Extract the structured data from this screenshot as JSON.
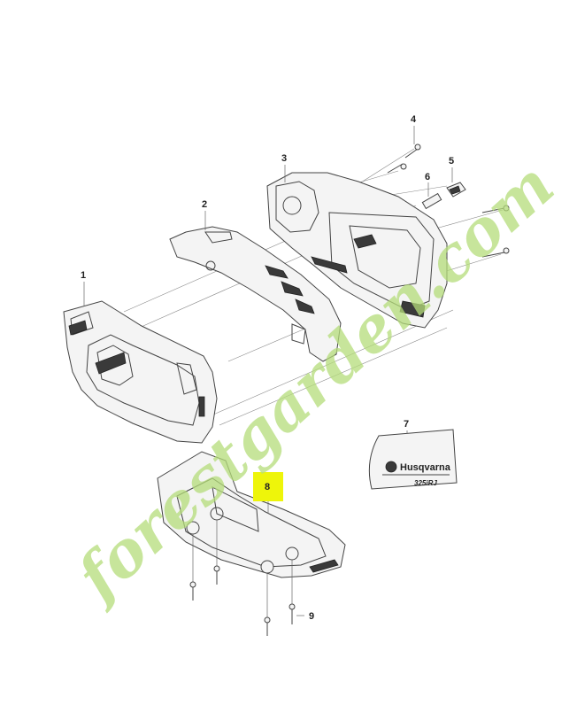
{
  "callouts": [
    {
      "id": "1",
      "label": "1"
    },
    {
      "id": "2",
      "label": "2"
    },
    {
      "id": "3",
      "label": "3"
    },
    {
      "id": "4",
      "label": "4"
    },
    {
      "id": "5",
      "label": "5"
    },
    {
      "id": "6",
      "label": "6"
    },
    {
      "id": "7",
      "label": "7"
    },
    {
      "id": "8",
      "label": "8",
      "highlighted": true
    },
    {
      "id": "9",
      "label": "9"
    }
  ],
  "decal": {
    "brand": "Husqvarna",
    "model": "325iRJ"
  },
  "watermark": {
    "text": "forestgarden.com"
  },
  "colors": {
    "highlight": "#eef50a",
    "watermark": "#b5dd7a",
    "watermark_accent": "#c8b8a0"
  }
}
